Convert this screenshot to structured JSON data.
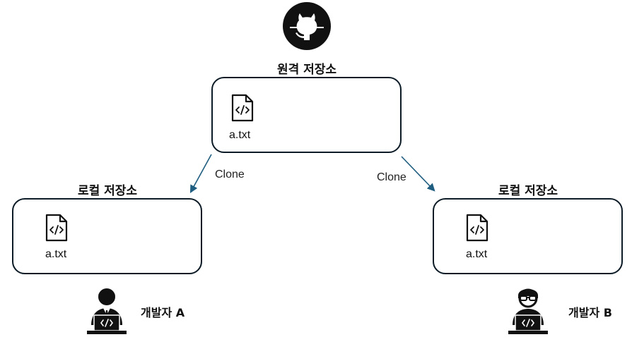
{
  "remote": {
    "title": "원격 저장소",
    "icon": "github-icon",
    "file": {
      "icon": "code-file-icon",
      "name": "a.txt"
    }
  },
  "edges": [
    {
      "label": "Clone",
      "from": "remote",
      "to": "local-a"
    },
    {
      "label": "Clone",
      "from": "remote",
      "to": "local-b"
    }
  ],
  "locals": [
    {
      "title": "로컬 저장소",
      "file": {
        "icon": "code-file-icon",
        "name": "a.txt"
      }
    },
    {
      "title": "로컬 저장소",
      "file": {
        "icon": "code-file-icon",
        "name": "a.txt"
      }
    }
  ],
  "developers": [
    {
      "label": "개발자 A",
      "icon": "developer-icon"
    },
    {
      "label": "개발자 B",
      "icon": "developer-glasses-icon"
    }
  ],
  "colors": {
    "box_border": "#0c1b26",
    "arrow": "#1f5e80",
    "icon": "#111111"
  }
}
